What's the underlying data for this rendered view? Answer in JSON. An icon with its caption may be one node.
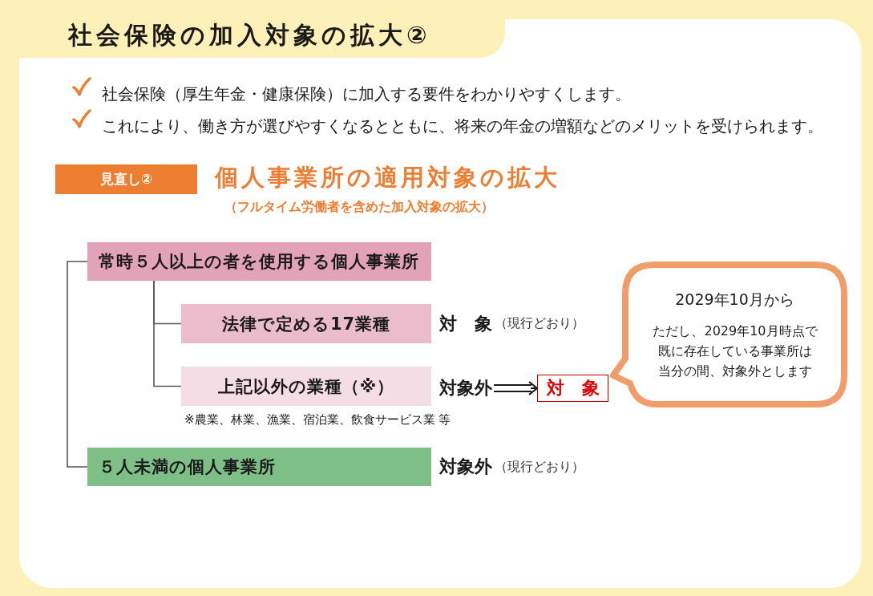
{
  "diagram": {
    "title": "社会保険の加入対象の拡大②",
    "nodes": [
      {
        "text": [
          "見直し②"
        ]
      },
      {
        "text": [
          "常時５人以上の者を使用する個人事業所"
        ]
      },
      {
        "text": [
          "法律で定める17業種"
        ],
        "beside": [
          "対　象",
          "（現行どおり）"
        ]
      },
      {
        "text": [
          "上記以外の業種（※）"
        ]
      },
      {
        "text": [
          "対象外"
        ]
      },
      {
        "text": [
          "対　象"
        ]
      },
      {
        "text": [
          "2029年10月から",
          "ただし、2029年10月時点で既に存在している事業所は当分の間、対象外とします"
        ]
      },
      {
        "text": [
          "５人未満の個人事業所"
        ],
        "beside": [
          "対象外",
          "（現行どおり）"
        ]
      }
    ],
    "edges": [
      {
        "from": 1,
        "to": 2,
        "arrow": "none"
      },
      {
        "from": 1,
        "to": 3,
        "arrow": "none"
      },
      {
        "from": 4,
        "to": 5,
        "arrow": "to"
      },
      {
        "from": 1,
        "to": 7,
        "arrow": "none"
      }
    ],
    "labels": [
      "社会保険（厚生年金・健康保険）に加入する要件をわかりやすくします。",
      "これにより、働き方が選びやすくなるとともに、将来の年金の増額などのメリットを受けられます。",
      "個人事業所の適用対象の拡大",
      "（フルタイム労働者を含めた加入対象の拡大）",
      "※農業、林業、漁業、宿泊業、飲食サービス業 等"
    ]
  }
}
